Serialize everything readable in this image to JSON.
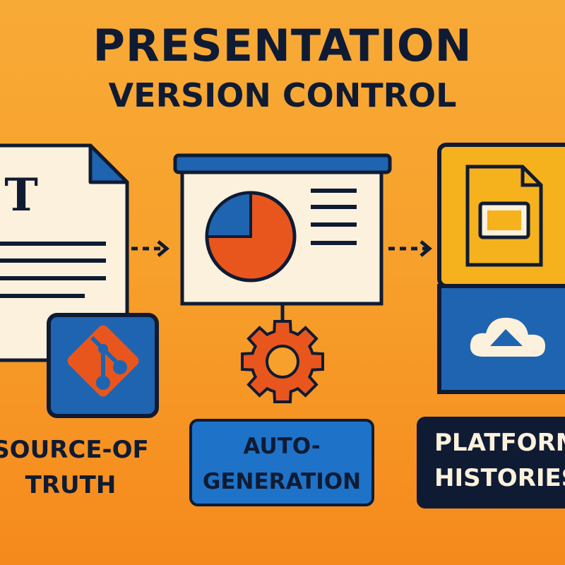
{
  "title": {
    "line1": "PRESENTATION",
    "line2": "VERSION CONTROL"
  },
  "steps": [
    {
      "label_line1": "SOURCE-OF",
      "label_line2": "TRUTH",
      "icon": "git-icon"
    },
    {
      "label_line1": "AUTO-",
      "label_line2": "GENERATION",
      "icon": "gear-icon"
    },
    {
      "label_line1": "PLATFORM",
      "label_line2": "HISTORIES",
      "icon": "cloud-icon"
    }
  ],
  "colors": {
    "background": "#f7a12c",
    "navy": "#0f1b33",
    "blue": "#1f64b0",
    "orange": "#e8561e",
    "cream": "#fbf1dc",
    "yellow": "#f5b21c"
  }
}
